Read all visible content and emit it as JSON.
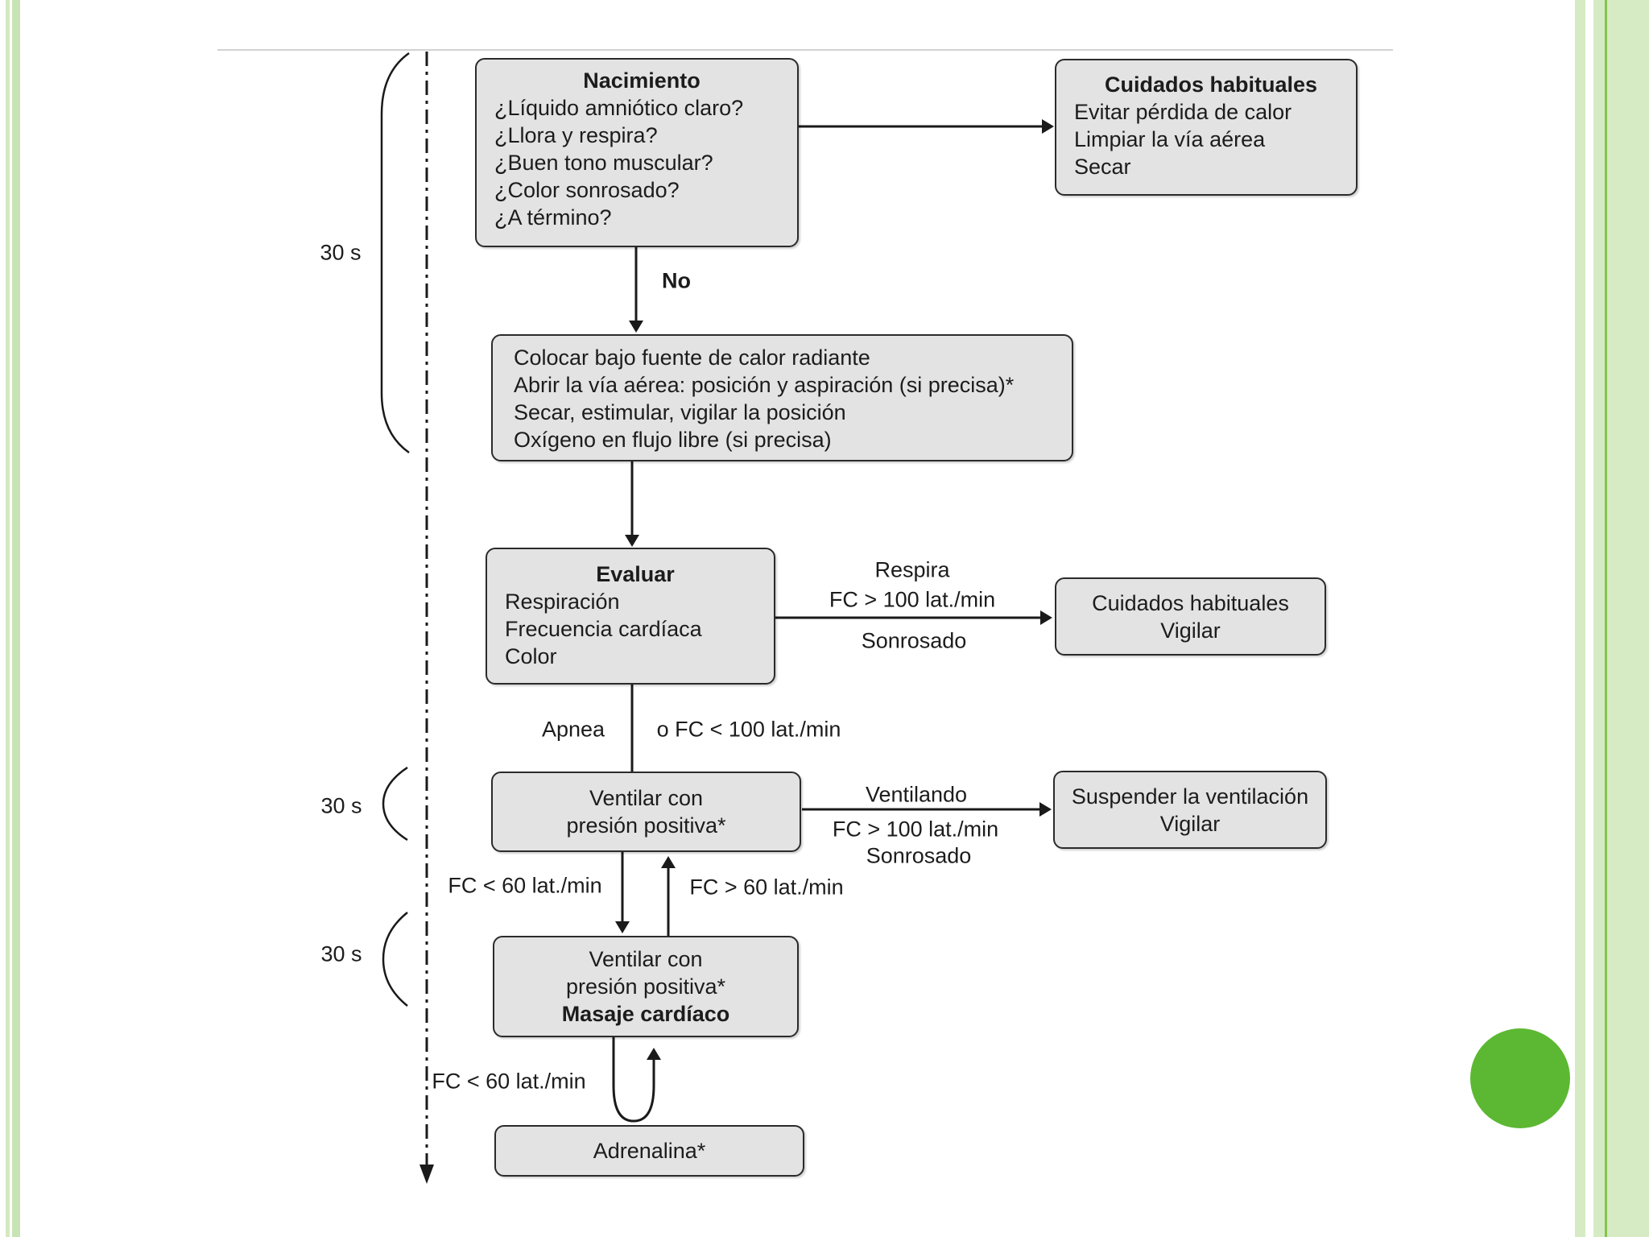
{
  "flowchart": {
    "time_labels": {
      "t1": "30 s",
      "t2": "30 s",
      "t3": "30 s"
    },
    "boxes": {
      "nacimiento": {
        "title": "Nacimiento",
        "lines": [
          "¿Líquido amniótico claro?",
          "¿Llora y respira?",
          "¿Buen tono muscular?",
          "¿Color sonrosado?",
          "¿A término?"
        ]
      },
      "cuidados_habituales": {
        "title": "Cuidados habituales",
        "lines": [
          "Evitar pérdida de calor",
          "Limpiar la vía aérea",
          "Secar"
        ]
      },
      "calor_radiante": {
        "lines": [
          "Colocar bajo fuente de calor radiante",
          "Abrir la vía aérea: posición y aspiración (si precisa)*",
          "Secar, estimular, vigilar la posición",
          "Oxígeno en flujo libre (si precisa)"
        ]
      },
      "evaluar": {
        "title": "Evaluar",
        "lines": [
          "Respiración",
          "Frecuencia cardíaca",
          "Color"
        ]
      },
      "cuidados_vigilar": {
        "lines": [
          "Cuidados habituales",
          "Vigilar"
        ]
      },
      "ventilar": {
        "lines": [
          "Ventilar con",
          "presión positiva*"
        ]
      },
      "suspender_ventilacion": {
        "lines": [
          "Suspender la ventilación",
          "Vigilar"
        ]
      },
      "ventilar_masaje": {
        "lines": [
          "Ventilar con",
          "presión positiva*",
          "Masaje cardíaco"
        ]
      },
      "adrenalina": {
        "title": "Adrenalina*"
      }
    },
    "edge_labels": {
      "no": "No",
      "respira": "Respira",
      "fc_gt100_1": "FC > 100 lat./min",
      "sonrosado_1": "Sonrosado",
      "apnea": "Apnea",
      "o_fc_lt100": "o FC < 100 lat./min",
      "ventilando": "Ventilando",
      "fc_gt100_2": "FC > 100 lat./min",
      "sonrosado_2": "Sonrosado",
      "fc_lt60_1": "FC < 60 lat./min",
      "fc_gt60": "FC > 60 lat./min",
      "fc_lt60_2": "FC < 60 lat./min"
    },
    "colors": {
      "box_fill": "#e3e3e3",
      "box_border": "#2b2b2b",
      "line": "#1a1a1a"
    }
  },
  "decor": {
    "circle_color": "#5cb832",
    "left_stripe_color": "#cde5b9",
    "right_stripe_color": "#d6ebc4",
    "accent_line_color": "#85c44c"
  }
}
